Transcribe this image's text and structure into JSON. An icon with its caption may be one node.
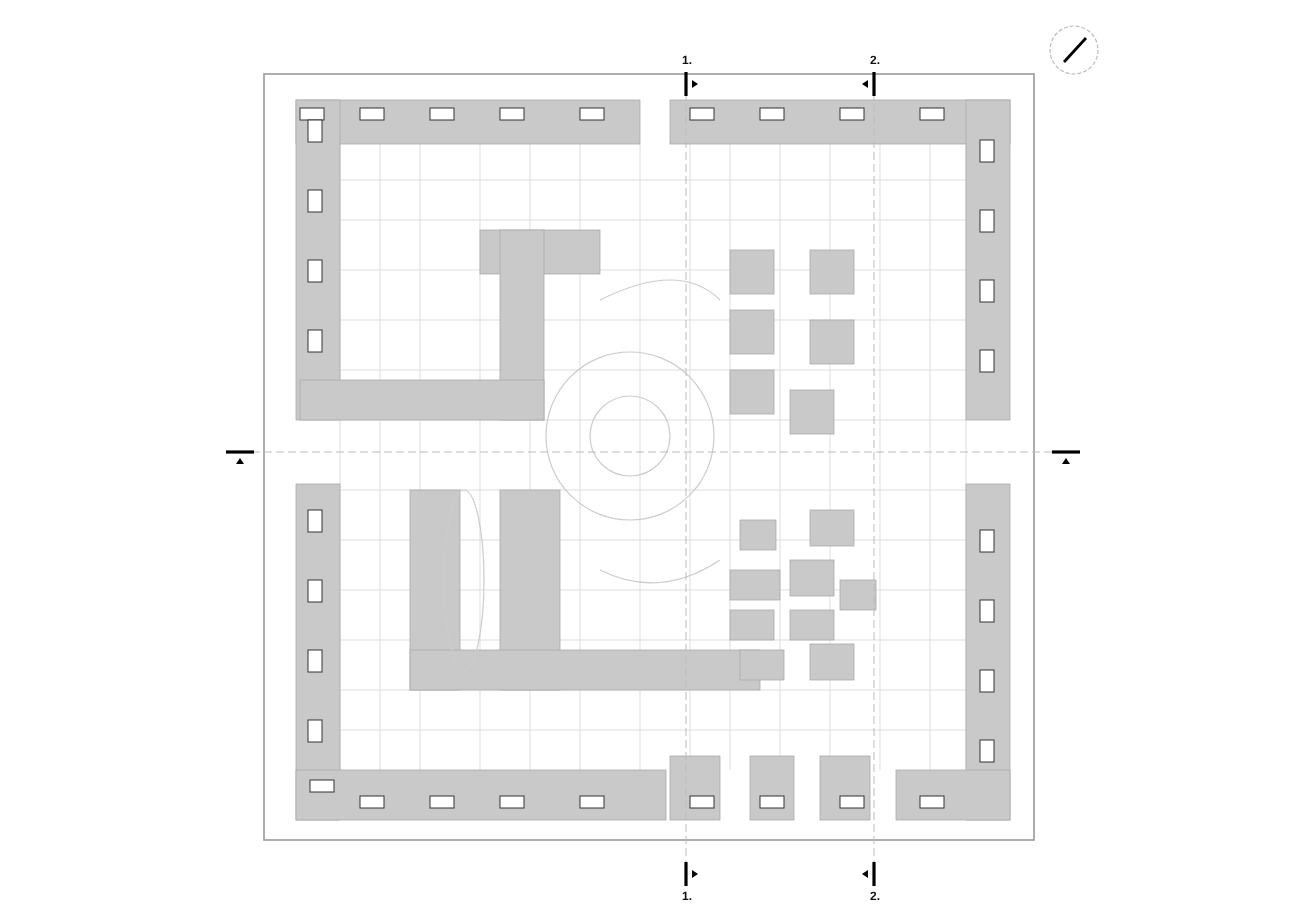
{
  "diagram": {
    "labels": [
      "1.",
      "2.",
      "1.",
      "2."
    ]
  }
}
